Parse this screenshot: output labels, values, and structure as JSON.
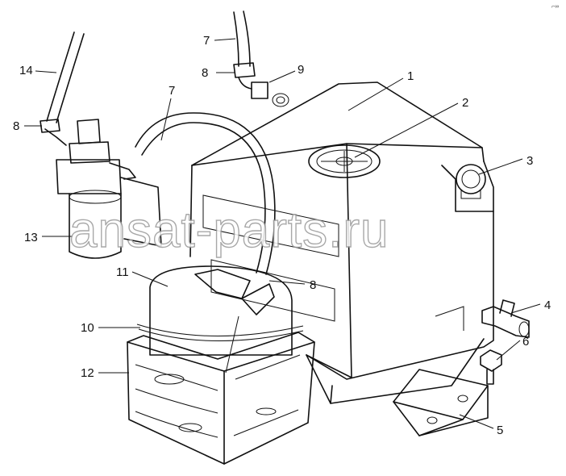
{
  "watermark": "ansat-parts.ru",
  "corner_mark": "⌐∞",
  "callouts": {
    "c1": "1",
    "c2": "2",
    "c3": "3",
    "c4": "4",
    "c5": "5",
    "c6": "6",
    "c7a": "7",
    "c7b": "7",
    "c8a": "8",
    "c8b": "8",
    "c8c": "8",
    "c9": "9",
    "c10": "10",
    "c11": "11",
    "c12": "12",
    "c13": "13",
    "c14": "14"
  }
}
